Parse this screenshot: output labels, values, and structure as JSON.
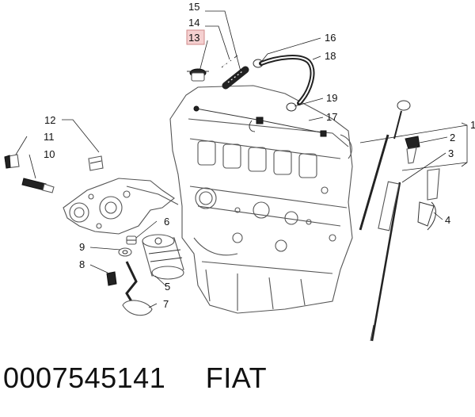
{
  "callouts": [
    "1",
    "2",
    "3",
    "4",
    "5",
    "6",
    "7",
    "8",
    "9",
    "10",
    "11",
    "12",
    "13",
    "14",
    "15",
    "16",
    "17",
    "18",
    "19"
  ],
  "highlighted_callout": "13",
  "footer": {
    "part_number": "0007545141",
    "brand": "FIAT"
  },
  "colors": {
    "highlight_fill": "#f5d0d0",
    "highlight_border": "#d08a8a",
    "ink": "#111111"
  }
}
